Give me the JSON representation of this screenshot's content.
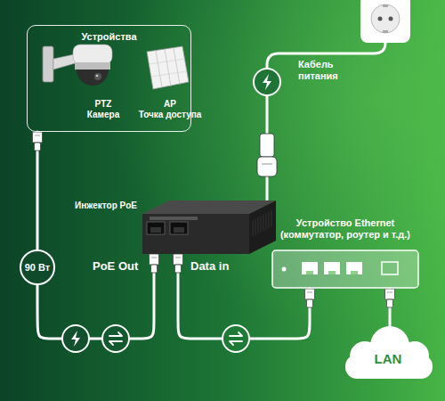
{
  "diagram": {
    "nodes": [
      {
        "text": [
          "Устройства"
        ]
      },
      {
        "text": [
          "PTZ",
          "Камера"
        ],
        "in": 0
      },
      {
        "text": [
          "AP",
          "Точка доступа"
        ],
        "in": 0
      },
      {
        "text": [
          "Инжектор PoE"
        ]
      },
      {
        "text": [
          "Устройство Ethernet (коммутатор, роутер и т.д.)"
        ]
      },
      {
        "text": [
          "LAN"
        ]
      }
    ],
    "edges": [
      {
        "from": 0,
        "to": 3,
        "label": "90 Вт",
        "arrow": "none"
      },
      {
        "from": 3,
        "to": 4,
        "arrow": "none"
      },
      {
        "from": 4,
        "to": 5,
        "arrow": "none"
      }
    ],
    "labels": [
      "Кабель питания",
      "PoE Out",
      "Data in"
    ]
  }
}
